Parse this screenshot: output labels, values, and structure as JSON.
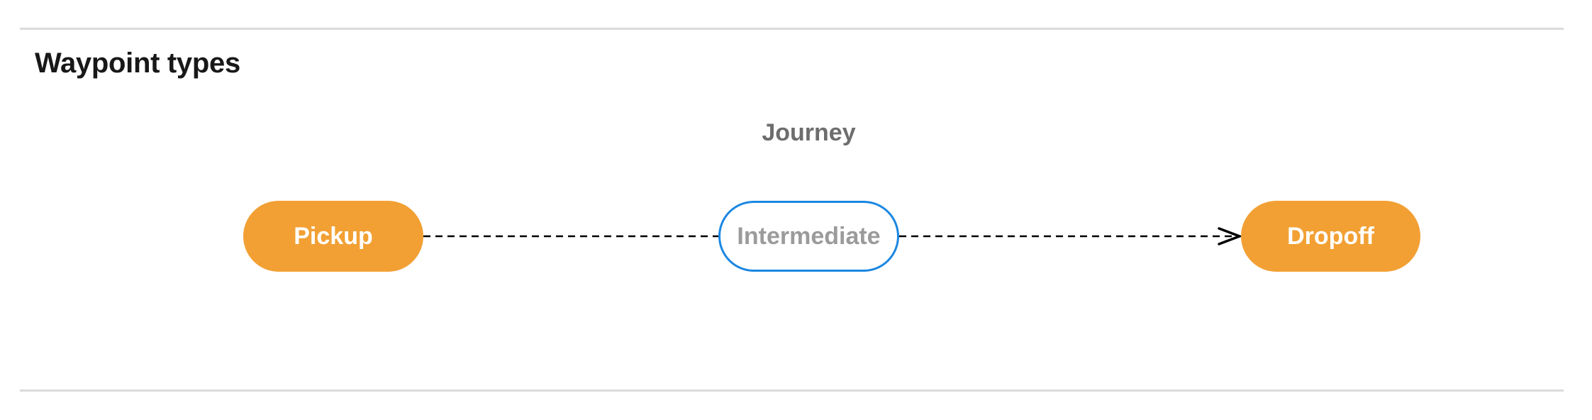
{
  "page": {
    "title": "Waypoint types"
  },
  "diagram": {
    "group_label": "Journey",
    "nodes": [
      {
        "id": "pickup",
        "label": "Pickup",
        "type": "terminal"
      },
      {
        "id": "intermediate",
        "label": "Intermediate",
        "type": "intermediate"
      },
      {
        "id": "dropoff",
        "label": "Dropoff",
        "type": "terminal"
      }
    ],
    "edges": [
      {
        "from": "pickup",
        "to": "intermediate",
        "style": "dashed",
        "arrow": false
      },
      {
        "from": "intermediate",
        "to": "dropoff",
        "style": "dashed",
        "arrow": true
      }
    ],
    "colors": {
      "terminal_node_fill": "#f2a034",
      "terminal_node_text": "#ffffff",
      "intermediate_node_fill": "#ffffff",
      "intermediate_node_border": "#1b87e2",
      "intermediate_node_text": "#9b9b9b",
      "edge_stroke": "#000000",
      "group_label_text": "#6d6d6d",
      "heading_text": "#181818",
      "divider": "#dbdbdb"
    }
  }
}
